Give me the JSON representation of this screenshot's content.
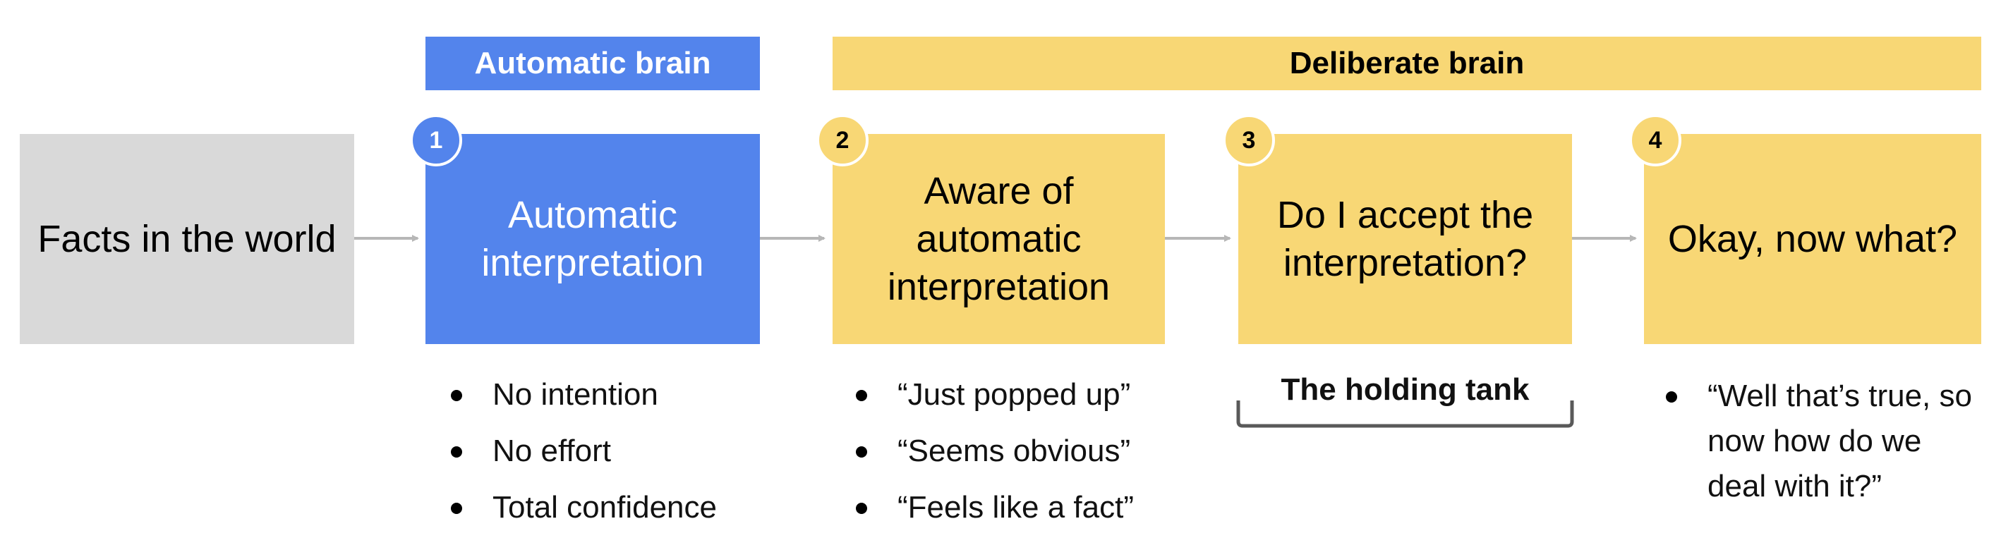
{
  "headers": {
    "automatic": "Automatic brain",
    "deliberate": "Deliberate brain"
  },
  "boxes": {
    "facts": "Facts in the world",
    "automatic": "Automatic interpretation",
    "aware": "Aware of automatic interpretation",
    "accept": "Do I accept the interpretation?",
    "next": "Okay, now what?"
  },
  "badges": [
    "1",
    "2",
    "3",
    "4"
  ],
  "lists": {
    "automatic": [
      "No intention",
      "No effort",
      "Total confidence"
    ],
    "aware": [
      "“Just popped up”",
      "“Seems obvious”",
      "“Feels like a fact”"
    ],
    "next": [
      "“Well that’s true, so now how do we deal with it?”"
    ]
  },
  "holding_tank": "The holding tank",
  "colors": {
    "blue": "#5384ec",
    "yellow": "#f8d775",
    "gray": "#d9d9d9",
    "arrow": "#b7b7b7",
    "bracket": "#595959"
  }
}
